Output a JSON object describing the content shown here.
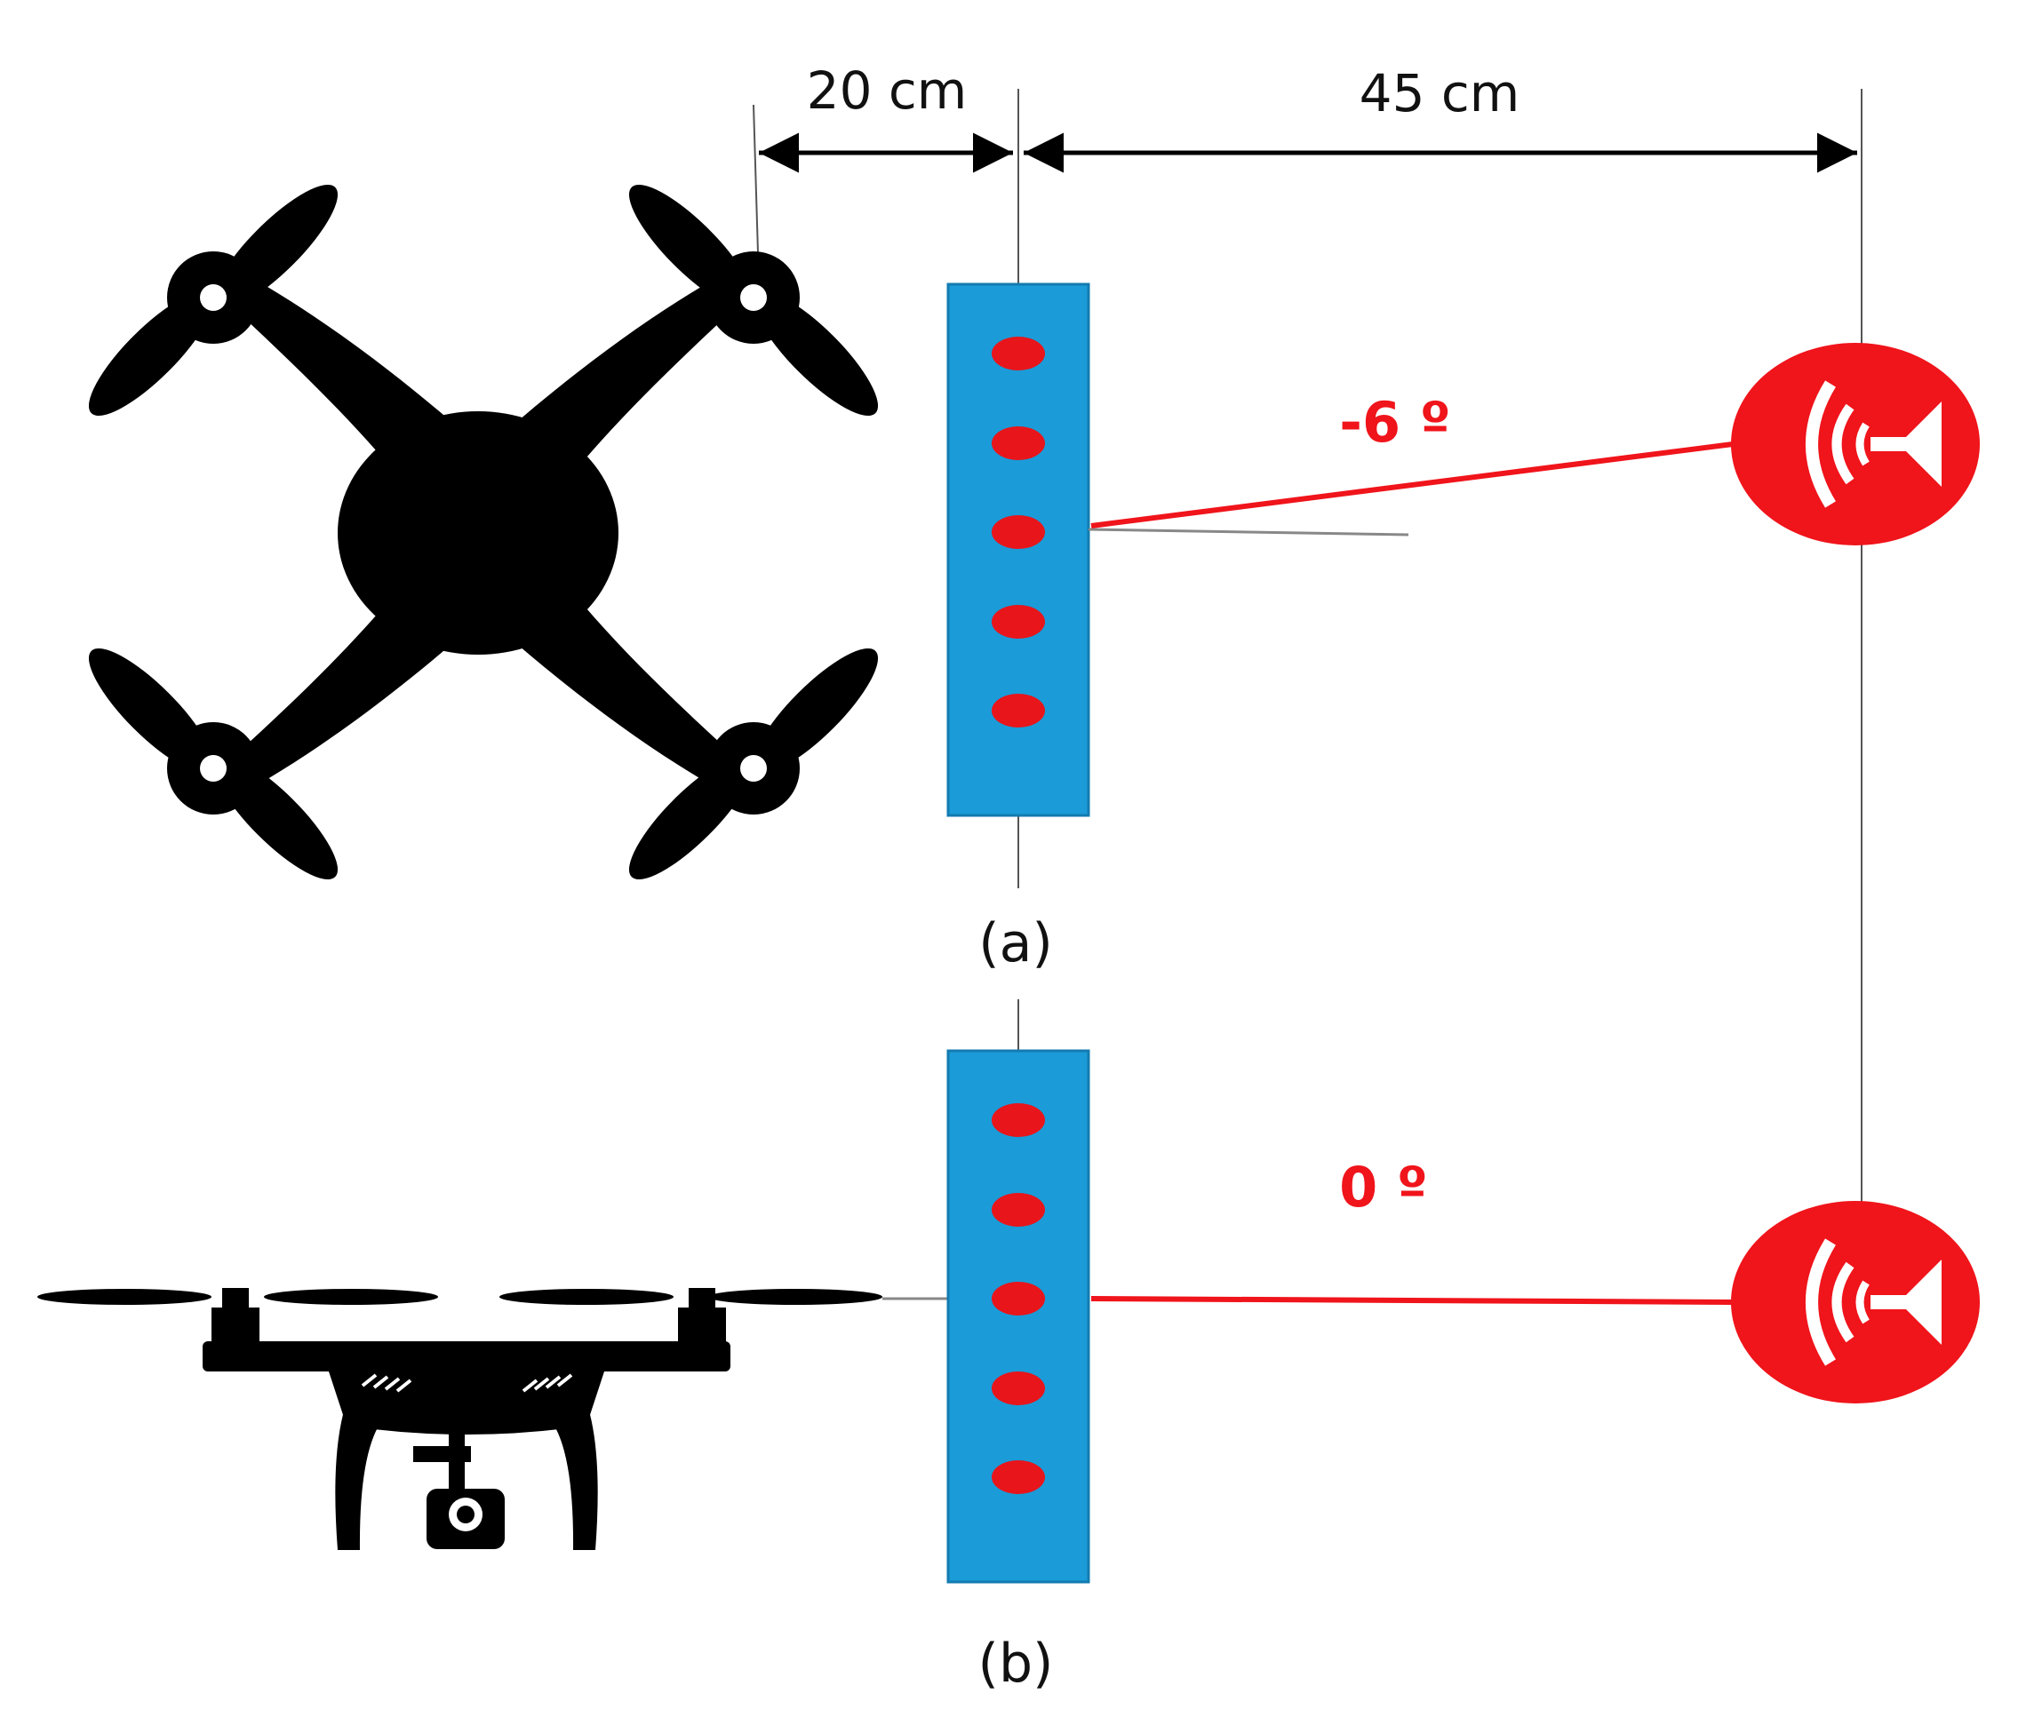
{
  "dimensions": {
    "gap_left": "20 cm",
    "gap_right": "45 cm"
  },
  "panel_a": {
    "caption": "(a)",
    "angle_label": "-6 º",
    "drone_view": "quadcopter-top-view",
    "mic_count": 5
  },
  "panel_b": {
    "caption": "(b)",
    "angle_label": "0 º",
    "drone_view": "camera-drone-side-view",
    "mic_count": 5
  },
  "icons": {
    "source": "speaker-icon",
    "array": "microphone-array-icon"
  },
  "colors": {
    "array_fill": "#1b9bd8",
    "array_stroke": "#137bb0",
    "mic": "#e8151b",
    "accent": "#f0141b",
    "ink": "#000000",
    "guide_line": "#888888"
  }
}
